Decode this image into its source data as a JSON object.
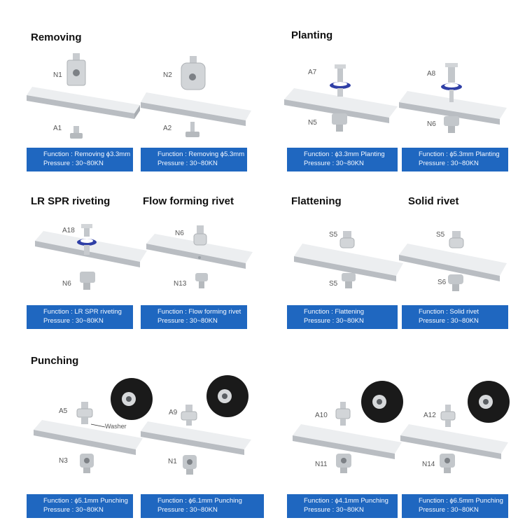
{
  "sections": [
    {
      "title": "Removing"
    },
    {
      "title": "Planting"
    },
    {
      "title": "LR SPR riveting"
    },
    {
      "title": "Flow forming rivet"
    },
    {
      "title": "Flattening"
    },
    {
      "title": "Solid rivet"
    },
    {
      "title": "Punching"
    }
  ],
  "cells": [
    {
      "top": "N1",
      "bottom": "A1",
      "function": "Function : Removing ϕ3.3mm",
      "pressure": "Pressure : 30~80KN"
    },
    {
      "top": "N2",
      "bottom": "A2",
      "function": "Function : Removing ϕ5.3mm",
      "pressure": "Pressure : 30~80KN"
    },
    {
      "top": "A7",
      "bottom": "N5",
      "function": "Function : ϕ3.3mm Planting",
      "pressure": "Pressure : 30~80KN"
    },
    {
      "top": "A8",
      "bottom": "N6",
      "function": "Function : ϕ5.3mm Planting",
      "pressure": "Pressure : 30~80KN"
    },
    {
      "top": "A18",
      "bottom": "N6",
      "function": "Function : LR SPR riveting",
      "pressure": "Pressure : 30~80KN"
    },
    {
      "top": "N6",
      "bottom": "N13",
      "function": "Function : Flow forming rivet",
      "pressure": "Pressure : 30~80KN"
    },
    {
      "top": "S5",
      "bottom": "S5",
      "function": "Function : Flattening",
      "pressure": "Pressure : 30~80KN"
    },
    {
      "top": "S5",
      "bottom": "S6",
      "function": "Function : Solid rivet",
      "pressure": "Pressure : 30~80KN"
    },
    {
      "top": "A5",
      "bottom": "N3",
      "function": "Function : ϕ5.1mm Punching",
      "pressure": "Pressure : 30~80KN",
      "annotation": "Washer"
    },
    {
      "top": "A9",
      "bottom": "N1",
      "function": "Function : ϕ6.1mm Punching",
      "pressure": "Pressure : 30~80KN"
    },
    {
      "top": "A10",
      "bottom": "N11",
      "function": "Function : ϕ4.1mm Punching",
      "pressure": "Pressure : 30~80KN"
    },
    {
      "top": "A12",
      "bottom": "N14",
      "function": "Function : ϕ6.5mm Punching",
      "pressure": "Pressure : 30~80KN"
    }
  ],
  "colors": {
    "info_panel": "#1f67c0",
    "sheet": "#d9dcdf",
    "ring": "#2f3fa6"
  }
}
